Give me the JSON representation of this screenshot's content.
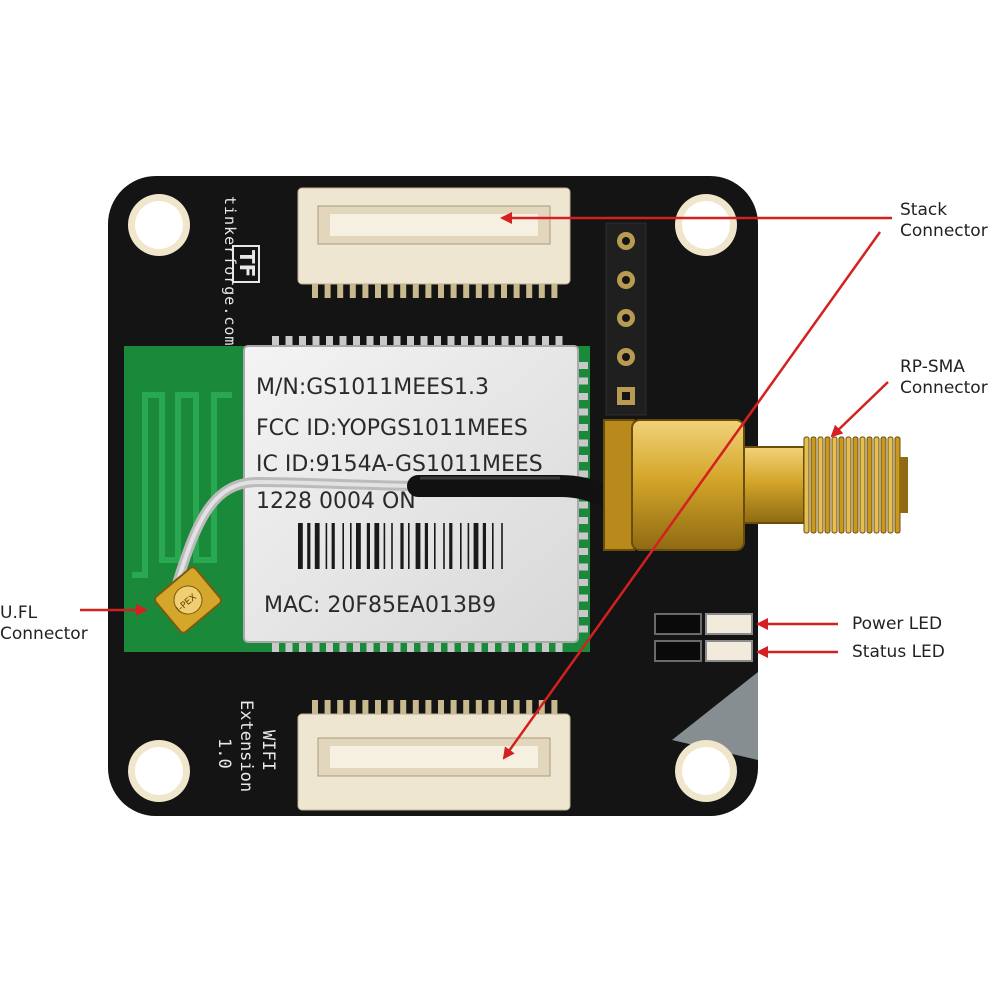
{
  "board": {
    "brand_vertical": "tinkerforge.com",
    "logo_text": "TF",
    "name_lines": [
      "WIFI",
      "Extension",
      "1.0"
    ]
  },
  "module": {
    "lines": [
      "M/N:GS1011MEES1.3",
      "FCC ID:YOPGS1011MEES",
      "IC ID:9154A-GS1011MEES",
      "1228 0004 ON"
    ],
    "mac": "MAC: 20F85EA013B9"
  },
  "ufl_plug_text": "I-PEX",
  "callouts": {
    "stack": [
      "Stack",
      "Connector"
    ],
    "rpsma": [
      "RP-SMA",
      "Connector"
    ],
    "ufl": [
      "U.FL",
      "Connector"
    ],
    "power_led": "Power LED",
    "status_led": "Status LED"
  },
  "colors": {
    "pcb": "#141414",
    "antenna": "#1a8a3a",
    "connector_body": "#efe6d2",
    "sma_gold": "#d4a62a",
    "arrow_red": "#d42020",
    "module_shield": "#e7e7e7"
  }
}
